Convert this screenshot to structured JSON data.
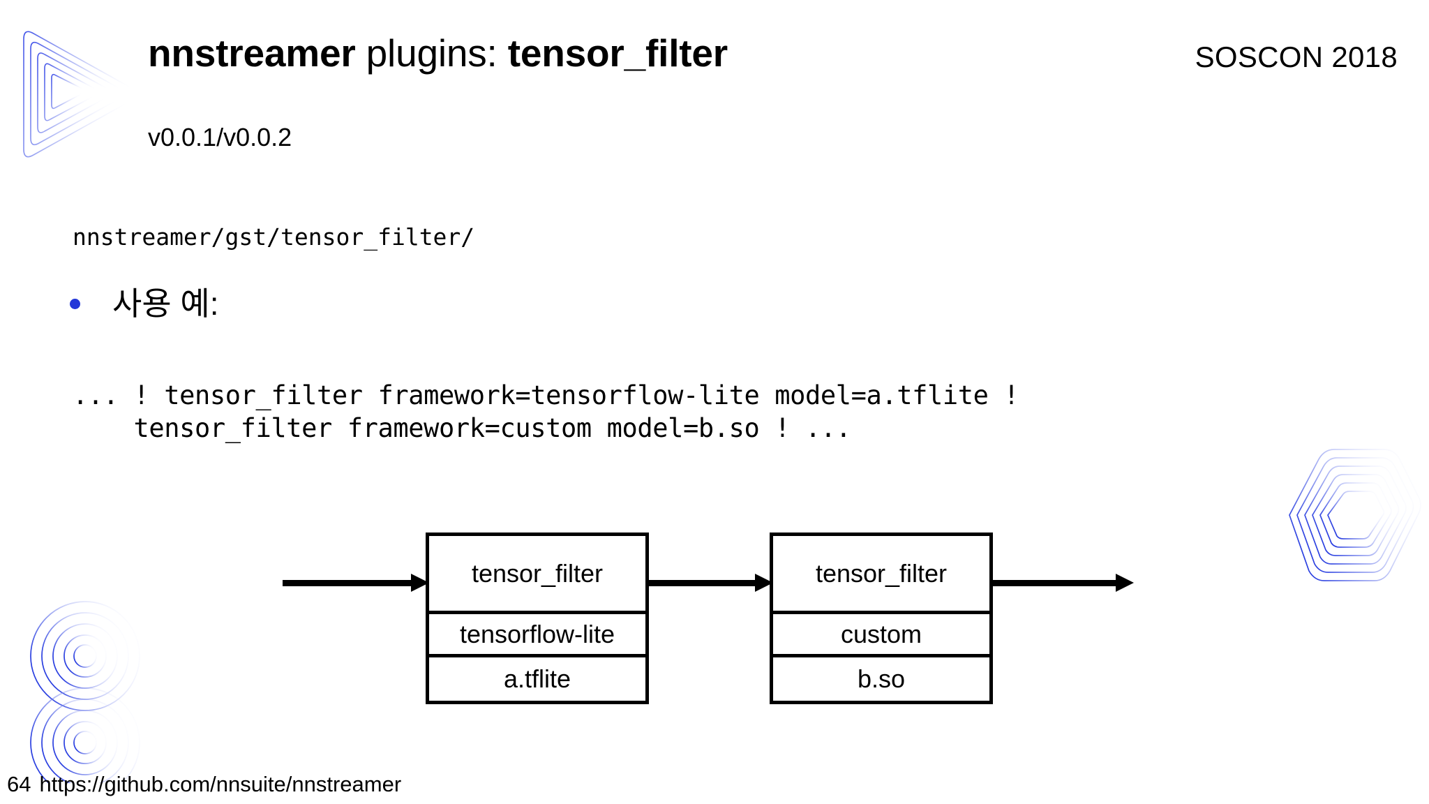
{
  "header": {
    "title_part_1": "nnstreamer",
    "title_part_2": " plugins: ",
    "title_part_3": "tensor_filter",
    "conference": "SOSCON 2018",
    "version": "v0.0.1/v0.0.2"
  },
  "body": {
    "source_path": "nnstreamer/gst/tensor_filter/",
    "bullet_label": "사용 예:",
    "code_line_1": "... ! tensor_filter framework=tensorflow-lite model=a.tflite !",
    "code_line_2": "    tensor_filter framework=custom model=b.so ! ..."
  },
  "diagram": {
    "boxes": [
      {
        "head": "tensor_filter",
        "framework": "tensorflow-lite",
        "model": "a.tflite"
      },
      {
        "head": "tensor_filter",
        "framework": "custom",
        "model": "b.so"
      }
    ]
  },
  "footer": {
    "slide_number": "64",
    "url": "https://github.com/nnsuite/nnstreamer"
  },
  "colors": {
    "bullet_blue": "#2337d8",
    "logo_blue": "#4455dd",
    "text_black": "#000000",
    "background": "#ffffff"
  }
}
